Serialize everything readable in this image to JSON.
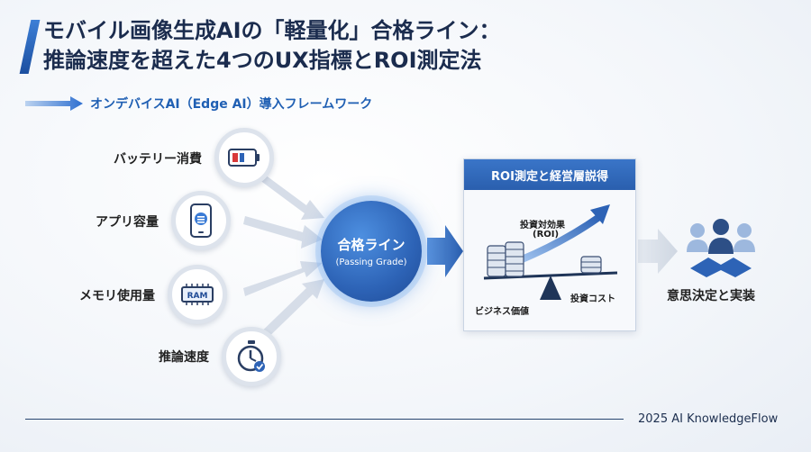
{
  "title_line1": "モバイル画像生成AIの「軽量化」合格ライン：",
  "title_line2": "推論速度を超えた4つのUX指標とROI測定法",
  "subtitle": "オンデバイスAI（Edge AI）導入フレームワーク",
  "metrics": [
    {
      "label": "バッテリー消費",
      "icon": "battery-icon"
    },
    {
      "label": "アプリ容量",
      "icon": "smartphone-storage-icon"
    },
    {
      "label": "メモリ使用量",
      "icon": "ram-chip-icon",
      "icon_text": "RAM"
    },
    {
      "label": "推論速度",
      "icon": "stopwatch-icon"
    }
  ],
  "center": {
    "main": "合格ライン",
    "sub": "(Passing Grade)"
  },
  "roi": {
    "header": "ROI測定と経営層説得",
    "effect_line1": "投資対効果",
    "effect_line2": "(ROI)",
    "business_value": "ビジネス価値",
    "investment_cost": "投資コスト"
  },
  "decision": {
    "label": "意思決定と実装",
    "icon": "handshake-team-icon"
  },
  "footer": "2025 AI KnowledgeFlow",
  "colors": {
    "accent": "#2d63b6",
    "dark_text": "#1b2c4e",
    "subtitle_blue": "#1f5fb3",
    "battery_red": "#d93a3a",
    "connector_gray": "#d3dae5"
  }
}
